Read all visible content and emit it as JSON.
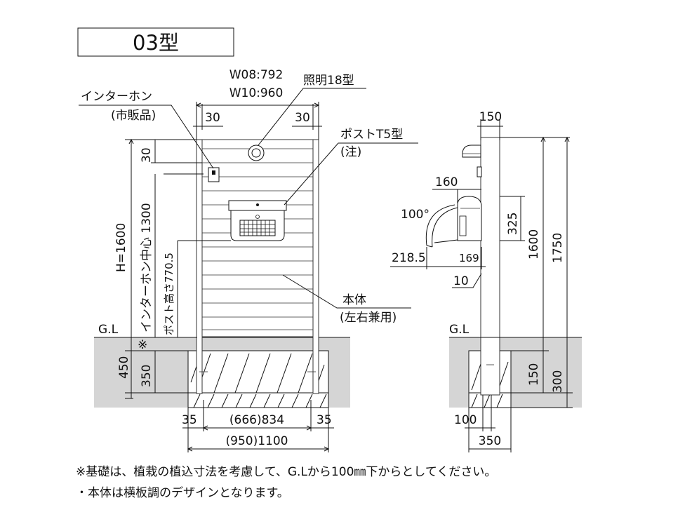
{
  "title": "03型",
  "front": {
    "width_label_1": "W08:792",
    "width_label_2": "W10:960",
    "intercom_1": "インターホン",
    "intercom_2": "(市販品)",
    "light": "照明18型",
    "post_1": "ポストT5型",
    "post_2": "(注)",
    "dim_30_left": "30",
    "dim_30_right": "30",
    "dim_30_top": "30",
    "dim_h": "H=1600",
    "dim_intercom_center": "インターホン中心 1300",
    "dim_post_height": "ポスト高さ770.5",
    "body_1": "本体",
    "body_2": "(左右兼用)",
    "gl": "G.L",
    "mark": "※",
    "dim_450": "450",
    "dim_350": "350",
    "dim_35_left": "35",
    "dim_35_right": "35",
    "dim_inner": "(666)834",
    "dim_outer": "(950)1100"
  },
  "side": {
    "dim_150_top": "150",
    "dim_160": "160",
    "angle": "100°",
    "dim_325": "325",
    "dim_1600": "1600",
    "dim_1750": "1750",
    "dim_2185": "218.5",
    "dim_169": "169",
    "dim_10": "10",
    "gl": "G.L",
    "dim_150_bottom": "150",
    "dim_300": "300",
    "dim_100": "100",
    "dim_350": "350"
  },
  "notes": [
    "※基礎は、植栽の植込寸法を考慮して、G.Lから100㎜下からとしてください。",
    "・本体は横板調のデザインとなります。"
  ]
}
